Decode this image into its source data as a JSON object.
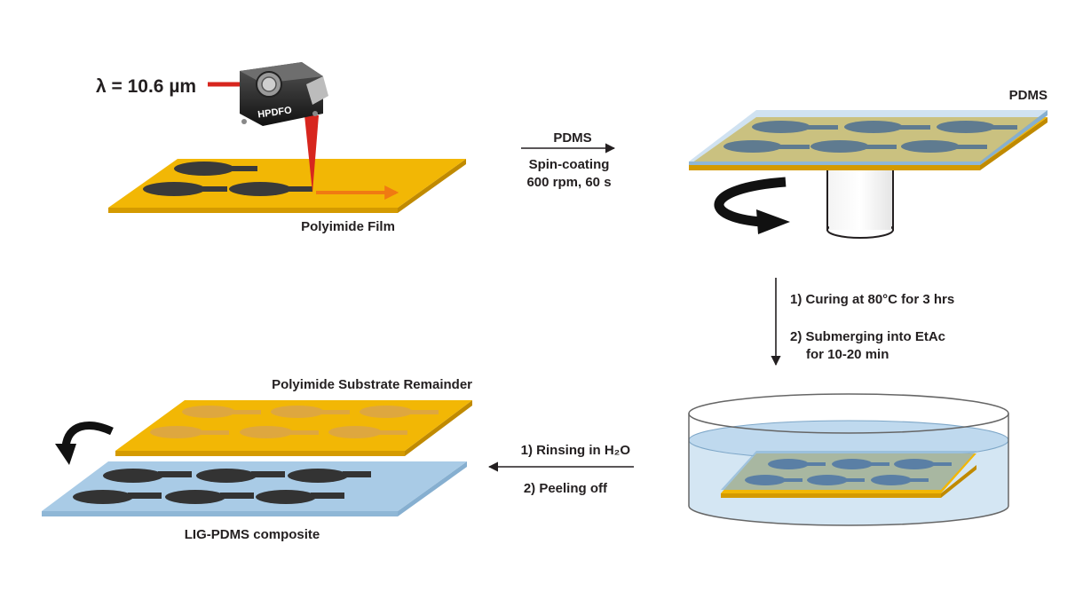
{
  "laser": {
    "wavelength_label": "λ = 10.6 µm",
    "device_label": "HPDFO"
  },
  "steps": {
    "laser_step": {
      "label": "Polyimide Film"
    },
    "spin_arrow": {
      "top_label": "PDMS",
      "line1": "Spin-coating",
      "line2": "600 rpm, 60 s"
    },
    "spin_step": {
      "label": "PDMS"
    },
    "cure_arrow": {
      "line1": "1) Curing at 80°C for 3 hrs",
      "line2": "2) Submerging into EtAc",
      "line3": "for 10-20 min"
    },
    "rinse_arrow": {
      "line1": "1) Rinsing in H₂O",
      "line2": "2) Peeling off"
    },
    "peel_step": {
      "top_label": "Polyimide Substrate Remainder",
      "bottom_label": "LIG-PDMS composite"
    }
  },
  "colors": {
    "polyimide": "#f2b705",
    "pdms": "#a9cbe6",
    "lig": "#3a3a3a",
    "laser_beam": "#d7261e",
    "scan_arrow": "#f07a12",
    "arrow": "#231f20"
  }
}
